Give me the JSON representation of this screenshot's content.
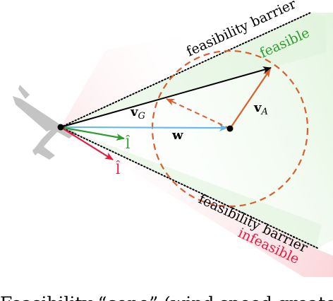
{
  "labels": {
    "barrier_top": "feasibility barrier",
    "barrier_bottom": "feasibility barrier",
    "feasible": "feasible",
    "infeasible": "infeasible",
    "vG_main": "v",
    "vG_sub": "G",
    "vA_main": "v",
    "vA_sub": "A",
    "w": "w",
    "l_green": "l̂",
    "l_red": "l̂"
  },
  "caption_fragment": "Feasibility “cone” (wind speed greater th",
  "colors": {
    "feasible_green": "#2e9e2e",
    "infeasible_red": "#e8193c",
    "w_blue": "#5db8e8",
    "dashed_orange": "#d9602c",
    "arrow_black": "#000000",
    "aircraft_gray": "#bdbdbd"
  }
}
